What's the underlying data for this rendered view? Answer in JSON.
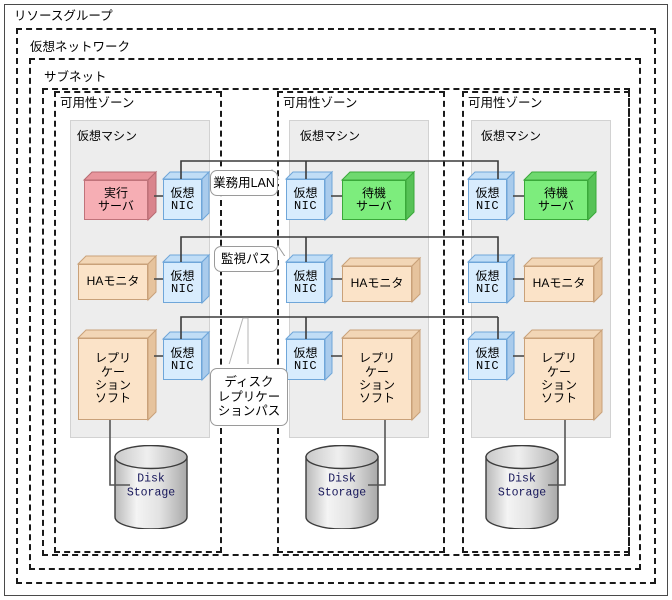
{
  "diagram": {
    "title_hidden": "",
    "containers": {
      "resource_group": "リソースグループ",
      "virtual_network": "仮想ネットワーク",
      "subnet": "サブネット",
      "availability_zone": "可用性ゾーン",
      "virtual_machine": "仮想マシン"
    },
    "callouts": {
      "business_lan": "業務用LAN",
      "monitoring_path": "監視パス",
      "disk_replication_path": "ディスクレプリケーションパス",
      "disk_replication_path_lines": [
        "ディスク",
        "レプリケー",
        "ションパス"
      ]
    },
    "nic": {
      "line1": "仮想",
      "line2": "NIC"
    },
    "storage": {
      "line1": "Disk",
      "line2": "Storage"
    },
    "zones": [
      {
        "label": "可用性ゾーン",
        "vm_label": "仮想マシン",
        "nic_side": "right",
        "server": {
          "label_lines": [
            "実行",
            "サーバ"
          ],
          "color": "#f6aeb4",
          "kind": "active-server"
        },
        "ha_monitor": {
          "label_lines": [
            "HAモニタ"
          ],
          "color": "#fbe3c8",
          "kind": "ha-monitor"
        },
        "replication": {
          "label_lines": [
            "レプリ",
            "ケー",
            "ション",
            "ソフト"
          ],
          "color": "#fbe3c8",
          "kind": "replication-software"
        },
        "storage": {
          "line1": "Disk",
          "line2": "Storage"
        }
      },
      {
        "label": "可用性ゾーン",
        "vm_label": "仮想マシン",
        "nic_side": "left",
        "server": {
          "label_lines": [
            "待機",
            "サーバ"
          ],
          "color": "#7ded7d",
          "kind": "standby-server"
        },
        "ha_monitor": {
          "label_lines": [
            "HAモニタ"
          ],
          "color": "#fbe3c8",
          "kind": "ha-monitor"
        },
        "replication": {
          "label_lines": [
            "レプリ",
            "ケー",
            "ション",
            "ソフト"
          ],
          "color": "#fbe3c8",
          "kind": "replication-software"
        },
        "storage": {
          "line1": "Disk",
          "line2": "Storage"
        }
      },
      {
        "label": "可用性ゾーン",
        "vm_label": "仮想マシン",
        "nic_side": "left",
        "server": {
          "label_lines": [
            "待機",
            "サーバ"
          ],
          "color": "#7ded7d",
          "kind": "standby-server"
        },
        "ha_monitor": {
          "label_lines": [
            "HAモニタ"
          ],
          "color": "#fbe3c8",
          "kind": "ha-monitor"
        },
        "replication": {
          "label_lines": [
            "レプリ",
            "ケー",
            "ション",
            "ソフト"
          ],
          "color": "#fbe3c8",
          "kind": "replication-software"
        },
        "storage": {
          "line1": "Disk",
          "line2": "Storage"
        }
      }
    ],
    "colors": {
      "active_server": "#f6aeb4",
      "standby_server": "#7ded7d",
      "ha_monitor": "#fbe3c8",
      "replication_software": "#fbe3c8",
      "nic": "#d8ecfd",
      "vm_panel": "#ededed",
      "line": "#3a3a3a",
      "border_dash": "#1a1a1a"
    }
  },
  "z1": {
    "server_l1": "実行",
    "server_l2": "サーバ",
    "ha": "HAモニタ",
    "rep_l1": "レプリ",
    "rep_l2": "ケー",
    "rep_l3": "ション",
    "rep_l4": "ソフト",
    "st1": "Disk",
    "st2": "Storage",
    "nic1a": "仮想",
    "nic1b": "NIC",
    "nic2a": "仮想",
    "nic2b": "NIC",
    "nic3a": "仮想",
    "nic3b": "NIC",
    "zone": "可用性ゾーン",
    "vm": "仮想マシン"
  },
  "z2": {
    "server_l1": "待機",
    "server_l2": "サーバ",
    "ha": "HAモニタ",
    "rep_l1": "レプリ",
    "rep_l2": "ケー",
    "rep_l3": "ション",
    "rep_l4": "ソフト",
    "st1": "Disk",
    "st2": "Storage",
    "nic1a": "仮想",
    "nic1b": "NIC",
    "nic2a": "仮想",
    "nic2b": "NIC",
    "nic3a": "仮想",
    "nic3b": "NIC",
    "zone": "可用性ゾーン",
    "vm": "仮想マシン"
  },
  "z3": {
    "server_l1": "待機",
    "server_l2": "サーバ",
    "ha": "HAモニタ",
    "rep_l1": "レプリ",
    "rep_l2": "ケー",
    "rep_l3": "ション",
    "rep_l4": "ソフト",
    "st1": "Disk",
    "st2": "Storage",
    "nic1a": "仮想",
    "nic1b": "NIC",
    "nic2a": "仮想",
    "nic2b": "NIC",
    "nic3a": "仮想",
    "nic3b": "NIC",
    "zone": "可用性ゾーン",
    "vm": "仮想マシン"
  },
  "labels": {
    "resource_group": "リソースグループ",
    "virtual_network": "仮想ネットワーク",
    "subnet": "サブネット",
    "business_lan": "業務用LAN",
    "monitoring_path": "監視パス",
    "drp1": "ディスク",
    "drp2": "レプリケー",
    "drp3": "ションパス"
  }
}
